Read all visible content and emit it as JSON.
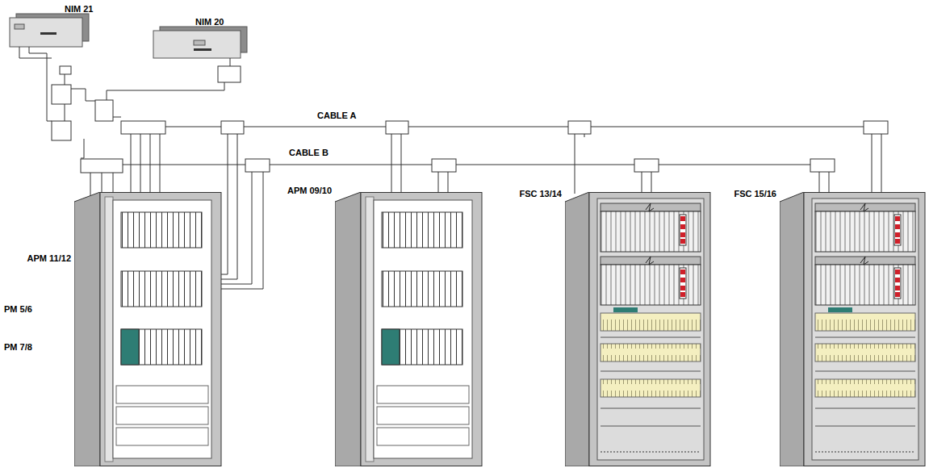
{
  "diagram": {
    "nodes": [
      {
        "text": [
          "NIM 21"
        ]
      },
      {
        "text": [
          "NIM 20"
        ]
      },
      {
        "text": [
          "APM 11/12"
        ]
      },
      {
        "text": [
          "APM 09/10"
        ]
      },
      {
        "text": [
          "FSC 13/14"
        ]
      },
      {
        "text": [
          "FSC 15/16"
        ]
      }
    ],
    "labels": [
      "CABLE A",
      "CABLE B",
      "PM 5/6",
      "PM 7/8"
    ]
  }
}
